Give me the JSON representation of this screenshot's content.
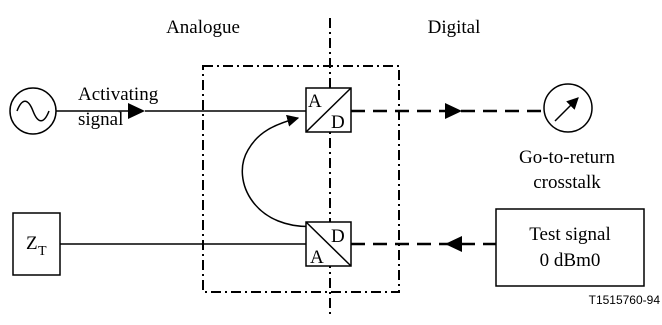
{
  "labels": {
    "analogue": "Analogue",
    "digital": "Digital",
    "activating_line1": "Activating",
    "activating_line2": "signal",
    "crosstalk_line1": "Go-to-return",
    "crosstalk_line2": "crosstalk",
    "test_signal_line1": "Test signal",
    "test_signal_line2": "0 dBm0",
    "zt_main": "Z",
    "zt_sub": "T",
    "converter_a": "A",
    "converter_d": "D",
    "figure_code": "T1515760-94"
  },
  "icons": {
    "generator": "sine-wave-generator-icon",
    "meter": "level-meter-icon"
  }
}
